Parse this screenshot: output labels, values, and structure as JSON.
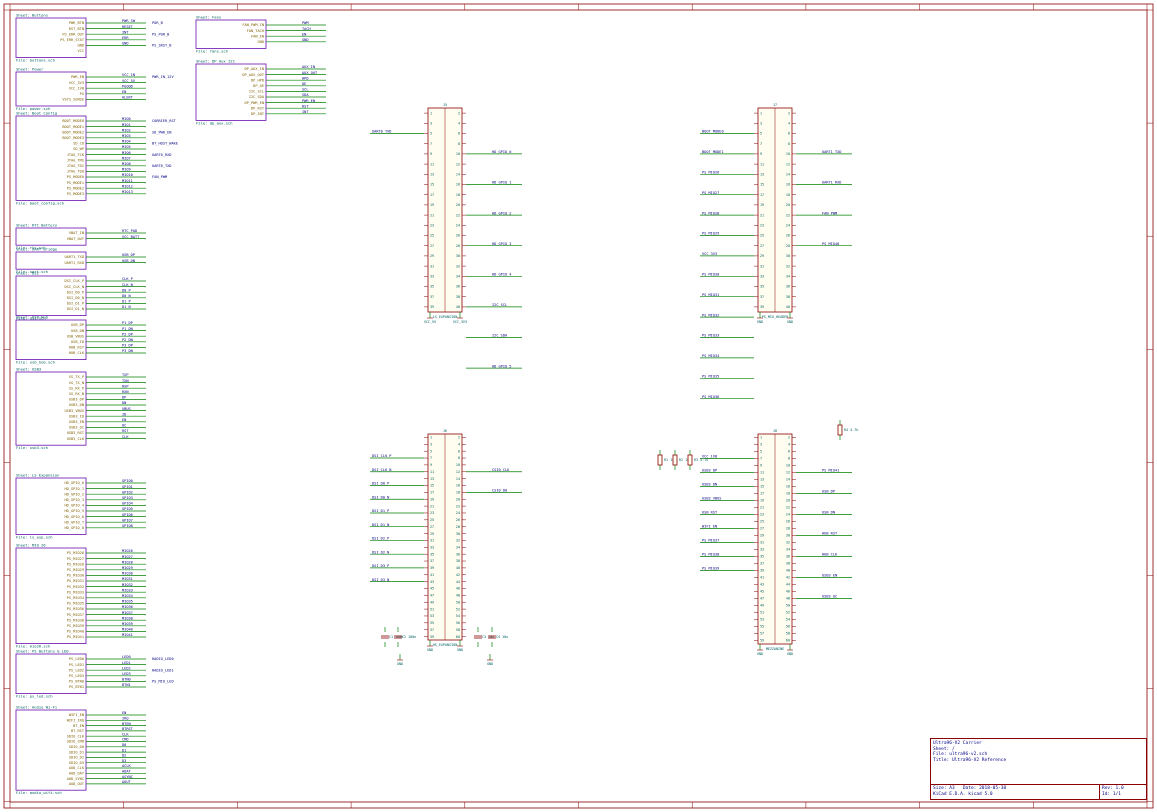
{
  "title_block": {
    "company": "Ultra96-V2 Carrier",
    "sheet_title": "Sheet: /",
    "file": "File: ultra96-v2.sch",
    "title": "Title: Ultra96-V2 Reference",
    "size": "Size: A3",
    "date": "Date: 2018-05-30",
    "kicad": "KiCad E.D.A. kicad 5.0",
    "rev": "Rev: 1.0",
    "id": "Id: 1/1"
  },
  "hier_sheets": [
    {
      "name": "Sheet: Buttons",
      "file": "File: buttons.sch",
      "pins_left": [
        "PWR_BTN",
        "RST_BTN",
        "PS_ERR_OUT",
        "PS_ERR_STAT",
        "GND",
        "VCC"
      ],
      "pins_right": [
        "PWR_SW",
        "RESET",
        "INT",
        "ERR",
        "GND"
      ],
      "labels": [
        "POR_B",
        "PS_POR_B",
        "PS_SRST_B"
      ]
    },
    {
      "name": "Sheet: Power",
      "file": "File: power.sch",
      "pins_left": [
        "PWR_EN",
        "VCC_3V3",
        "VCC_1V8",
        "PG",
        "VSYS_SENSE"
      ],
      "pins_right": [
        "VCC_IN",
        "VCC_5V",
        "PGOOD",
        "EN",
        "ALERT"
      ],
      "labels": [
        "PWR_IN_12V"
      ]
    },
    {
      "name": "Sheet: Boot Config",
      "file": "File: boot_config.sch",
      "pins_left": [
        "BOOT_MODE0",
        "BOOT_MODE1",
        "BOOT_MODE2",
        "BOOT_MODE3",
        "SD_CD",
        "SD_WP",
        "JTAG_TCK",
        "JTAG_TMS",
        "JTAG_TDI",
        "JTAG_TDO",
        "PS_MODE0",
        "PS_MODE1",
        "PS_MODE2",
        "PS_MODE3"
      ],
      "pins_right": [
        "MIO0",
        "MIO1",
        "MIO2",
        "MIO3",
        "MIO4",
        "MIO5",
        "MIO6",
        "MIO7",
        "MIO8",
        "MIO9",
        "MIO10",
        "MIO11",
        "MIO12",
        "MIO13"
      ],
      "labels": [
        "CARRIER_RST",
        "SD_PWR_EN",
        "BT_HOST_WAKE",
        "UART0_RXD",
        "UART0_TXD",
        "FAN_PWM"
      ]
    },
    {
      "name": "Sheet: RTC Battery",
      "file": "File: rtc.sch",
      "pins_left": [
        "VBAT_IN",
        "VBAT_OUT"
      ],
      "pins_right": [
        "RTC_PAD",
        "VCC_BATT"
      ],
      "labels": []
    },
    {
      "name": "Sheet: UART Bridge",
      "file": "File: uart.sch",
      "pins_left": [
        "UART1_TXD",
        "UART1_RXD"
      ],
      "pins_right": [
        "USB_DP",
        "USB_DN"
      ],
      "labels": []
    },
    {
      "name": "Sheet: DSI",
      "file": "File: dsi.sch",
      "pins_left": [
        "DSI_CLK_P",
        "DSI_CLK_N",
        "DSI_D0_P",
        "DSI_D0_N",
        "DSI_D1_P",
        "DSI_D1_N"
      ],
      "pins_right": [
        "CLK_P",
        "CLK_N",
        "D0_P",
        "D0_N",
        "D1_P",
        "D1_N"
      ],
      "labels": []
    },
    {
      "name": "Sheet: USB Hub",
      "file": "File: usb_hub.sch",
      "pins_left": [
        "USB_DP",
        "USB_DN",
        "USB_VBUS",
        "USB_ID",
        "HUB_RST",
        "HUB_CLK"
      ],
      "pins_right": [
        "P1_DP",
        "P1_DN",
        "P2_DP",
        "P2_DN",
        "P3_DP",
        "P3_DN"
      ],
      "labels": []
    },
    {
      "name": "Sheet: USB3",
      "file": "File: usb3.sch",
      "pins_left": [
        "SS_TX_P",
        "SS_TX_N",
        "SS_RX_P",
        "SS_RX_N",
        "USB3_DP",
        "USB3_DN",
        "USB3_VBUS",
        "USB3_ID",
        "USB3_EN",
        "USB3_OC",
        "USB3_RST",
        "USB3_CLK"
      ],
      "pins_right": [
        "TXP",
        "TXN",
        "RXP",
        "RXN",
        "DP",
        "DN",
        "VBUS",
        "ID",
        "EN",
        "OC",
        "RST",
        "CLK"
      ],
      "labels": []
    },
    {
      "name": "Sheet: LS Expansion",
      "file": "File: ls_exp.sch",
      "pins_left": [
        "HD_GPIO_0",
        "HD_GPIO_1",
        "HD_GPIO_2",
        "HD_GPIO_3",
        "HD_GPIO_4",
        "HD_GPIO_5",
        "HD_GPIO_6",
        "HD_GPIO_7",
        "HD_GPIO_8"
      ],
      "pins_right": [
        "GPIO0",
        "GPIO1",
        "GPIO2",
        "GPIO3",
        "GPIO4",
        "GPIO5",
        "GPIO6",
        "GPIO7",
        "GPIO8"
      ],
      "labels": []
    },
    {
      "name": "Sheet: MIO 26",
      "file": "File: mio26.sch",
      "pins_left": [
        "PS_MIO26",
        "PS_MIO27",
        "PS_MIO28",
        "PS_MIO29",
        "PS_MIO30",
        "PS_MIO31",
        "PS_MIO32",
        "PS_MIO33",
        "PS_MIO34",
        "PS_MIO35",
        "PS_MIO36",
        "PS_MIO37",
        "PS_MIO38",
        "PS_MIO39",
        "PS_MIO40",
        "PS_MIO41"
      ],
      "pins_right": [
        "MIO26",
        "MIO27",
        "MIO28",
        "MIO29",
        "MIO30",
        "MIO31",
        "MIO32",
        "MIO33",
        "MIO34",
        "MIO35",
        "MIO36",
        "MIO37",
        "MIO38",
        "MIO39",
        "MIO40",
        "MIO41"
      ],
      "labels": []
    },
    {
      "name": "Sheet: PS Buttons & LED",
      "file": "File: ps_led.sch",
      "pins_left": [
        "PS_LED0",
        "PS_LED1",
        "PS_LED2",
        "PS_LED3",
        "PS_BTN0",
        "PS_BTN1"
      ],
      "pins_right": [
        "LED0",
        "LED1",
        "LED2",
        "LED3",
        "BTN0",
        "BTN1"
      ],
      "labels": [
        "RADIO_LED0",
        "RADIO_LED1",
        "PS_MIO_LED"
      ]
    },
    {
      "name": "Sheet: Audio Wi-Fi",
      "file": "File: audio_wifi.sch",
      "pins_left": [
        "WIFI_EN",
        "WIFI_IRQ",
        "BT_EN",
        "BT_RST",
        "SDIO_CLK",
        "SDIO_CMD",
        "SDIO_D0",
        "SDIO_D1",
        "SDIO_D2",
        "SDIO_D3",
        "AUD_CLK",
        "AUD_DAT",
        "AUD_SYNC",
        "AUD_OUT"
      ],
      "pins_right": [
        "EN",
        "IRQ",
        "BTEN",
        "BTRST",
        "CLK",
        "CMD",
        "D0",
        "D1",
        "D2",
        "D3",
        "ACLK",
        "ADAT",
        "ASYNC",
        "AOUT"
      ],
      "labels": []
    },
    {
      "name": "Sheet: Fans",
      "file": "File: fans.sch",
      "pins_left": [
        "FAN_PWM_IN",
        "FAN_TACH",
        "FAN_EN",
        "GND"
      ],
      "pins_right": [
        "PWM",
        "TACH",
        "EN",
        "GND"
      ],
      "labels": []
    },
    {
      "name": "Sheet: DP Aux I2C",
      "file": "File: dp_aux.sch",
      "pins_left": [
        "DP_AUX_IN",
        "DP_AUX_OUT",
        "DP_HPD",
        "DP_OE",
        "I2C_SCL",
        "I2C_SDA",
        "DP_PWR_EN",
        "DP_RST",
        "DP_INT"
      ],
      "pins_right": [
        "AUX_IN",
        "AUX_OUT",
        "HPD",
        "OE",
        "SCL",
        "SDA",
        "PWR_EN",
        "RST",
        "INT"
      ],
      "labels": []
    }
  ],
  "connectors": [
    {
      "ref": "J5",
      "value": "LS_EXPANSION",
      "pins": 40,
      "labels_right": [
        "HD_GPIO_0",
        "HD_GPIO_1",
        "HD_GPIO_2",
        "HD_GPIO_3",
        "HD_GPIO_4",
        "I2C_SCL",
        "I2C_SDA",
        "HD_GPIO_5"
      ],
      "labels_left": [
        "UART0_TXD"
      ]
    },
    {
      "ref": "J7",
      "value": "PS_MIO_HEADER",
      "pins": 40,
      "labels_left": [
        "BOOT_MODE0",
        "BOOT_MODE1",
        "PS_MIO26",
        "PS_MIO27",
        "PS_MIO28",
        "PS_MIO29",
        "VCC_3V3",
        "PS_MIO30",
        "PS_MIO31",
        "PS_MIO32",
        "PS_MIO33",
        "PS_MIO34",
        "PS_MIO35",
        "PS_MIO36"
      ],
      "labels_right": [
        "UART1_TXD",
        "UART1_RXD",
        "FAN_PWM",
        "PS_MIO40"
      ]
    },
    {
      "ref": "J6",
      "value": "HS_EXPANSION",
      "pins": 60,
      "labels_left": [
        "DSI_CLK_P",
        "DSI_CLK_N",
        "DSI_D0_P",
        "DSI_D0_N",
        "DSI_D1_P",
        "DSI_D1_N",
        "DSI_D2_P",
        "DSI_D2_N",
        "DSI_D3_P",
        "DSI_D3_N"
      ],
      "labels_right": [
        "CSI0_CLK",
        "CSI0_D0"
      ]
    },
    {
      "ref": "J8",
      "value": "MEZZANINE",
      "pins": 60,
      "labels_left": [
        "VCC_1V8",
        "USB3_DP",
        "USB3_DN",
        "USB3_VBUS",
        "USB_RST",
        "WIFI_EN",
        "PS_MIO37",
        "PS_MIO38",
        "PS_MIO39"
      ],
      "labels_right": [
        "PS_MIO41",
        "USB_DP",
        "USB_DN",
        "HUB_RST",
        "HUB_CLK",
        "USB3_EN",
        "USB3_OC"
      ]
    }
  ],
  "power_flags": [
    "VCC_5V",
    "VCC_3V3",
    "GND",
    "GND",
    "GND",
    "GND",
    "GND",
    "GND",
    "GND",
    "GND"
  ],
  "passives": [
    "R1 10k",
    "R2 10k",
    "R3 4.7k",
    "R4 4.7k",
    "C1 100n",
    "C2 100n",
    "C3 10u",
    "C4 10u"
  ]
}
